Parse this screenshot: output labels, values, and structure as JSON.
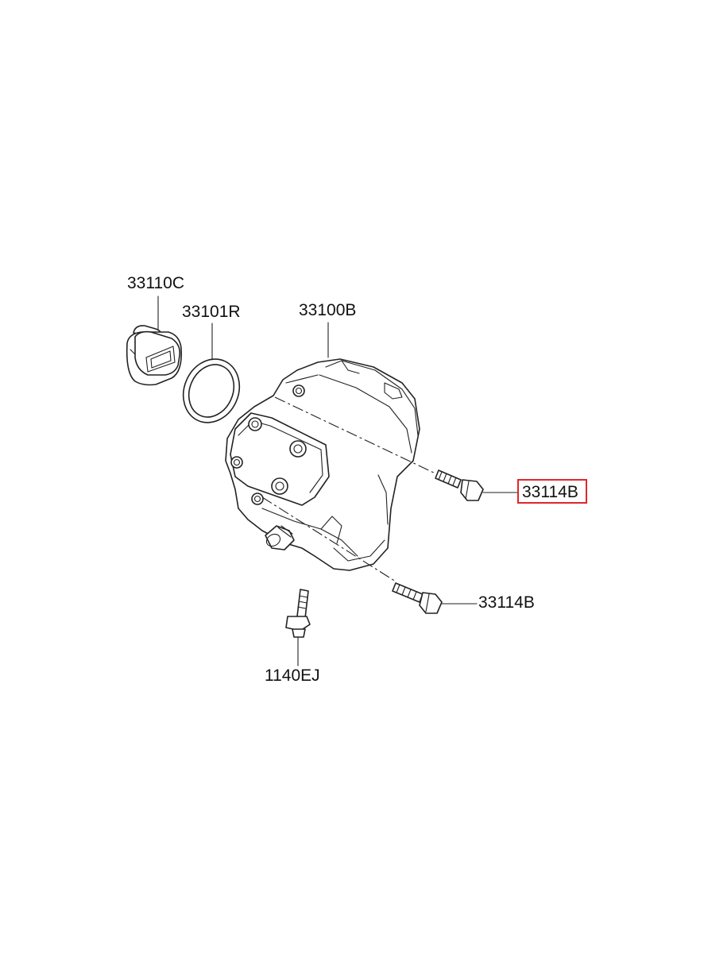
{
  "diagram": {
    "accent_color": "#e0262b",
    "parts": [
      {
        "id": "cover",
        "label": "33110C",
        "highlighted": false
      },
      {
        "id": "oring",
        "label": "33101R",
        "highlighted": false
      },
      {
        "id": "pump",
        "label": "33100B",
        "highlighted": false
      },
      {
        "id": "bolt-upper",
        "label": "33114B",
        "highlighted": true
      },
      {
        "id": "bolt-lower",
        "label": "33114B",
        "highlighted": false
      },
      {
        "id": "stud-bolt",
        "label": "1140EJ",
        "highlighted": false
      }
    ]
  }
}
